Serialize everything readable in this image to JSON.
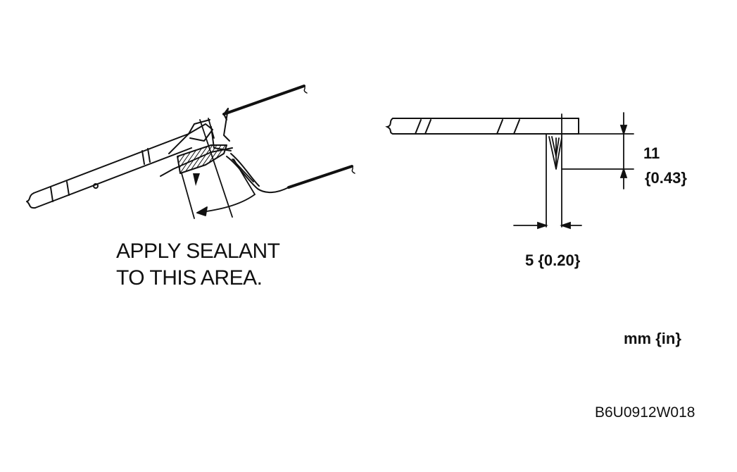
{
  "labels": {
    "sealant_line1": "APPLY SEALANT",
    "sealant_line2": "TO THIS AREA.",
    "height_value": "11",
    "height_inch": "{0.43}",
    "width_dim": "5 {0.20}",
    "units": "mm {in}",
    "figure_code": "B6U0912W018"
  },
  "colors": {
    "ink": "#111111",
    "background": "#ffffff"
  }
}
